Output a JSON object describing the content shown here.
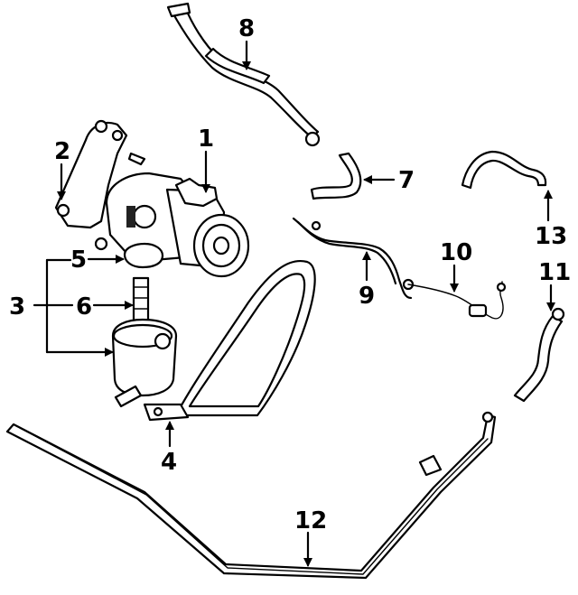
{
  "callouts": [
    "1",
    "2",
    "3",
    "4",
    "5",
    "6",
    "7",
    "8",
    "9",
    "10",
    "11",
    "12",
    "13"
  ],
  "colors": {
    "ink": "#000000",
    "paper": "#ffffff"
  }
}
